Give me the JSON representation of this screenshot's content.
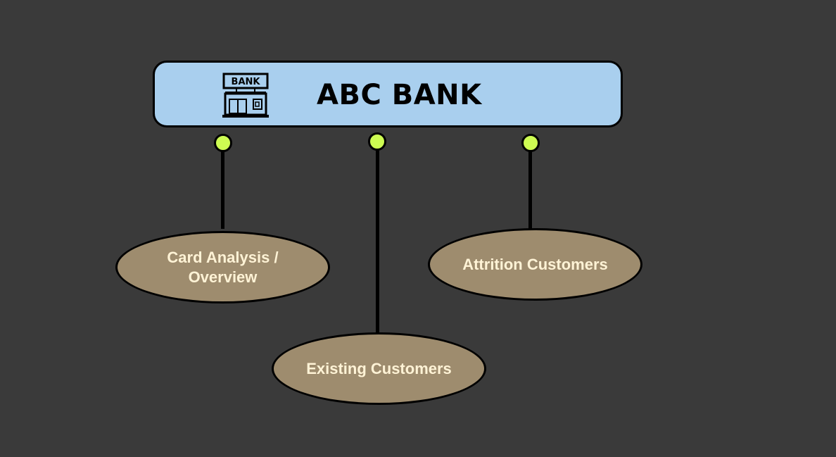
{
  "header": {
    "title": "ABC BANK",
    "icon": "bank-building-icon",
    "icon_text": "BANK",
    "background": "#a9cfee"
  },
  "nodes": [
    {
      "label": "Card Analysis /\nOverview"
    },
    {
      "label": "Existing Customers"
    },
    {
      "label": "Attrition Customers"
    }
  ],
  "colors": {
    "background": "#3a3a3a",
    "node_fill": "#9e8c6e",
    "node_text": "#fff3d6",
    "connector_dot": "#cdfc52"
  }
}
